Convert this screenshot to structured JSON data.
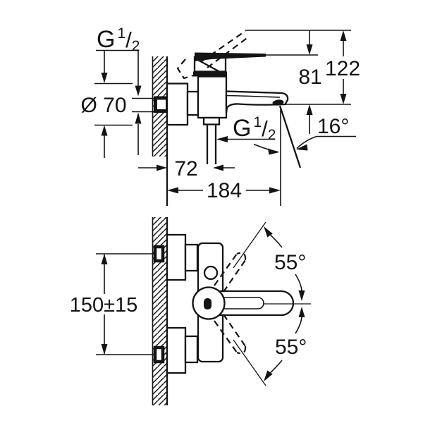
{
  "meta": {
    "drawing_type": "faucet installation dimension drawing",
    "background_color": "#ffffff",
    "line_color": "#141414"
  },
  "top_view": {
    "wall_thread_label": {
      "prefix": "G",
      "numerator": "1",
      "slash": "/",
      "denominator": "2"
    },
    "escutcheon_diameter": "Ø 70",
    "height_to_handle": "81",
    "height_overall": "122",
    "spout_angle": "16°",
    "outlet_thread_label": {
      "prefix": "G",
      "numerator": "1",
      "slash": "/",
      "denominator": "2"
    },
    "wall_to_outlet": "72",
    "wall_to_spout_tip": "184"
  },
  "front_view": {
    "connection_centers": "150±15",
    "handle_swing_upper": "55°",
    "handle_swing_lower": "55°"
  }
}
